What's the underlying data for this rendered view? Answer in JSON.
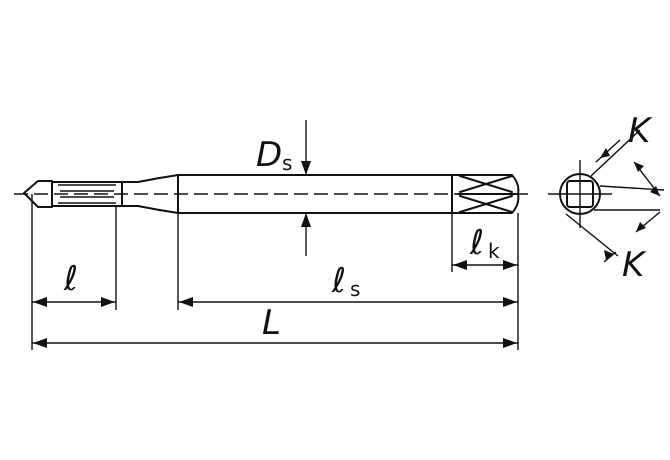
{
  "labels": {
    "ds_main": "D",
    "ds_sub": "s",
    "lk_main": "ℓ",
    "lk_sub": "k",
    "ls_main": "ℓ",
    "ls_sub": "s",
    "l": "ℓ",
    "L": "L",
    "k_top": "K",
    "k_bottom": "K"
  }
}
